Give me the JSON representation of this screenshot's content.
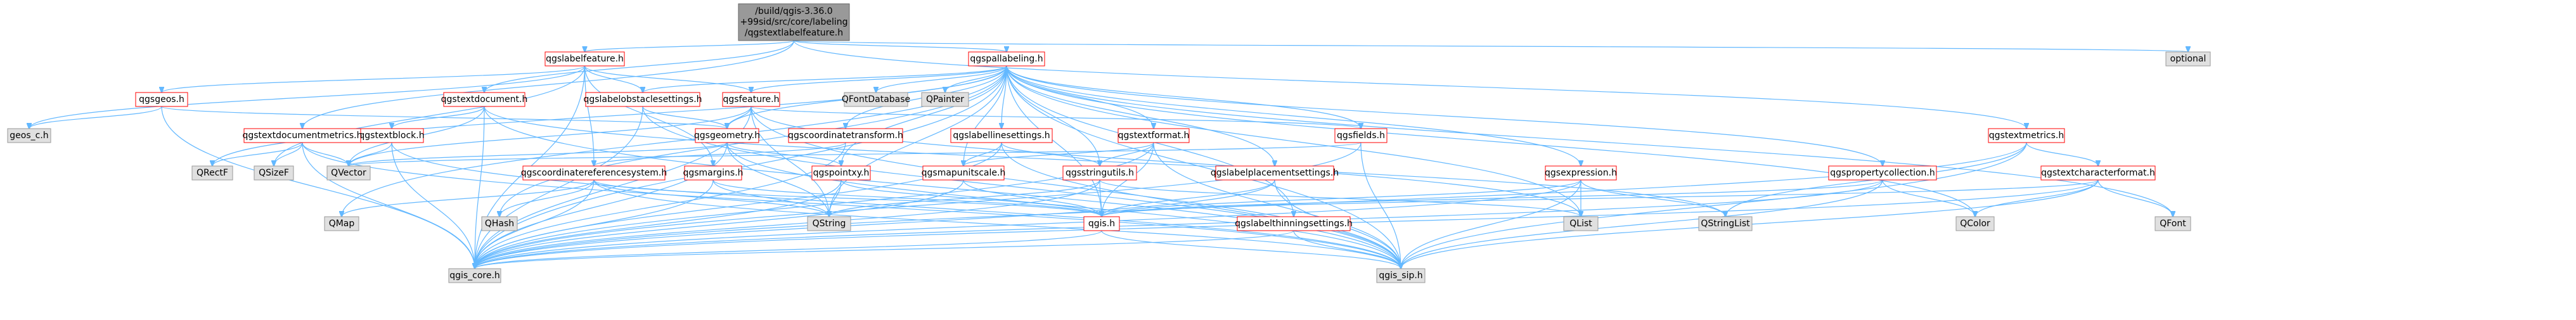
{
  "diagram": {
    "kind": "include-dependency-graph",
    "colors": {
      "root_fill": "#999999",
      "root_stroke": "#666666",
      "node_fill": "#ffffff",
      "node_stroke_linked": "#ff0000",
      "node_stroke_external": "#999999",
      "external_fill": "#e0e0e0",
      "edge": "#63b8ff"
    },
    "nodes": [
      {
        "id": "root",
        "label": [
          "/build/qgis-3.36.0",
          "+99sid/src/core/labeling",
          "/qgstextlabelfeature.h"
        ],
        "style": "root"
      },
      {
        "id": "qgslabelfeature",
        "label": [
          "qgslabelfeature.h"
        ],
        "style": "linked"
      },
      {
        "id": "qgspallabeling",
        "label": [
          "qgspallabeling.h"
        ],
        "style": "linked"
      },
      {
        "id": "optional",
        "label": [
          "optional"
        ],
        "style": "external"
      },
      {
        "id": "qgsgeos",
        "label": [
          "qgsgeos.h"
        ],
        "style": "linked"
      },
      {
        "id": "qgslabelobstaclesettings",
        "label": [
          "qgslabelobstaclesettings.h"
        ],
        "style": "linked"
      },
      {
        "id": "qgsfeature",
        "label": [
          "qgsfeature.h"
        ],
        "style": "linked"
      },
      {
        "id": "qgstextdocument",
        "label": [
          "qgstextdocument.h"
        ],
        "style": "linked"
      },
      {
        "id": "qgstextmetrics",
        "label": [
          "qgstextmetrics.h"
        ],
        "style": "linked"
      },
      {
        "id": "qgsgeometry",
        "label": [
          "qgsgeometry.h"
        ],
        "style": "linked"
      },
      {
        "id": "qgscoordinatetransform",
        "label": [
          "qgscoordinatetransform.h"
        ],
        "style": "linked"
      },
      {
        "id": "qgslabellinesettings",
        "label": [
          "qgslabellinesettings.h"
        ],
        "style": "linked"
      },
      {
        "id": "qgstextformat",
        "label": [
          "qgstextformat.h"
        ],
        "style": "linked"
      },
      {
        "id": "qgsfields",
        "label": [
          "qgsfields.h"
        ],
        "style": "linked"
      },
      {
        "id": "qgstextblock",
        "label": [
          "qgstextblock.h"
        ],
        "style": "linked"
      },
      {
        "id": "qgstextdocumentmetrics",
        "label": [
          "qgstextdocumentmetrics.h"
        ],
        "style": "linked"
      },
      {
        "id": "qgstextcharacterformat",
        "label": [
          "qgstextcharacterformat.h"
        ],
        "style": "linked"
      },
      {
        "id": "qgscoordinatereferencesystem",
        "label": [
          "qgscoordinatereferencesystem.h"
        ],
        "style": "linked"
      },
      {
        "id": "qgsmargins",
        "label": [
          "qgsmargins.h"
        ],
        "style": "linked"
      },
      {
        "id": "qgspointxy",
        "label": [
          "qgspointxy.h"
        ],
        "style": "linked"
      },
      {
        "id": "qgsmapunitscale",
        "label": [
          "qgsmapunitscale.h"
        ],
        "style": "linked"
      },
      {
        "id": "qgsstringutils",
        "label": [
          "qgsstringutils.h"
        ],
        "style": "linked"
      },
      {
        "id": "qgslabelplacementsettings",
        "label": [
          "qgslabelplacementsettings.h"
        ],
        "style": "linked"
      },
      {
        "id": "qgsexpression",
        "label": [
          "qgsexpression.h"
        ],
        "style": "linked"
      },
      {
        "id": "qgspropertycollection",
        "label": [
          "qgspropertycollection.h"
        ],
        "style": "linked"
      },
      {
        "id": "qgslabelthinningsettings",
        "label": [
          "qgslabelthinningsettings.h"
        ],
        "style": "linked"
      },
      {
        "id": "qgis",
        "label": [
          "qgis.h"
        ],
        "style": "linked"
      },
      {
        "id": "geos_c",
        "label": [
          "geos_c.h"
        ],
        "style": "external"
      },
      {
        "id": "QFontDatabase",
        "label": [
          "QFontDatabase"
        ],
        "style": "external"
      },
      {
        "id": "QPainter",
        "label": [
          "QPainter"
        ],
        "style": "external"
      },
      {
        "id": "QRectF",
        "label": [
          "QRectF"
        ],
        "style": "external"
      },
      {
        "id": "QSizeF",
        "label": [
          "QSizeF"
        ],
        "style": "external"
      },
      {
        "id": "QVector",
        "label": [
          "QVector"
        ],
        "style": "external"
      },
      {
        "id": "QMap",
        "label": [
          "QMap"
        ],
        "style": "external"
      },
      {
        "id": "QHash",
        "label": [
          "QHash"
        ],
        "style": "external"
      },
      {
        "id": "QString",
        "label": [
          "QString"
        ],
        "style": "external"
      },
      {
        "id": "QList",
        "label": [
          "QList"
        ],
        "style": "external"
      },
      {
        "id": "QStringList",
        "label": [
          "QStringList"
        ],
        "style": "external"
      },
      {
        "id": "QColor",
        "label": [
          "QColor"
        ],
        "style": "external"
      },
      {
        "id": "QFont",
        "label": [
          "QFont"
        ],
        "style": "external"
      },
      {
        "id": "qgis_core",
        "label": [
          "qgis_core.h"
        ],
        "style": "external"
      },
      {
        "id": "qgis_sip",
        "label": [
          "qgis_sip.h"
        ],
        "style": "external"
      }
    ],
    "edges": [
      [
        "root",
        "qgslabelfeature"
      ],
      [
        "root",
        "qgspallabeling"
      ],
      [
        "root",
        "optional"
      ],
      [
        "root",
        "qgstextmetrics"
      ],
      [
        "root",
        "qgstextdocument"
      ],
      [
        "root",
        "qgstextdocumentmetrics"
      ],
      [
        "qgslabelfeature",
        "qgis_core"
      ],
      [
        "qgslabelfeature",
        "geos_c"
      ],
      [
        "qgslabelfeature",
        "qgsgeos"
      ],
      [
        "qgslabelfeature",
        "qgsfeature"
      ],
      [
        "qgslabelfeature",
        "qgsmargins"
      ],
      [
        "qgslabelfeature",
        "qgslabelobstaclesettings"
      ],
      [
        "qgslabelfeature",
        "qgscoordinatereferencesystem"
      ],
      [
        "qgslabelfeature",
        "QSizeF"
      ],
      [
        "qgspallabeling",
        "qgis_core"
      ],
      [
        "qgspallabeling",
        "qgis_sip"
      ],
      [
        "qgspallabeling",
        "QString"
      ],
      [
        "qgspallabeling",
        "QFontDatabase"
      ],
      [
        "qgspallabeling",
        "QPainter"
      ],
      [
        "qgspallabeling",
        "QColor"
      ],
      [
        "qgspallabeling",
        "QList"
      ],
      [
        "qgspallabeling",
        "QRectF"
      ],
      [
        "qgspallabeling",
        "QMap"
      ],
      [
        "qgspallabeling",
        "QHash"
      ],
      [
        "qgspallabeling",
        "QFont"
      ],
      [
        "qgspallabeling",
        "qgsfeature"
      ],
      [
        "qgspallabeling",
        "qgsgeometry"
      ],
      [
        "qgspallabeling",
        "qgsfields"
      ],
      [
        "qgspallabeling",
        "qgspointxy"
      ],
      [
        "qgspallabeling",
        "qgsmapunitscale"
      ],
      [
        "qgspallabeling",
        "qgsstringutils"
      ],
      [
        "qgspallabeling",
        "qgstextformat"
      ],
      [
        "qgspallabeling",
        "qgspropertycollection"
      ],
      [
        "qgspallabeling",
        "qgslabelobstaclesettings"
      ],
      [
        "qgspallabeling",
        "qgslabelthinningsettings"
      ],
      [
        "qgspallabeling",
        "qgslabellinesettings"
      ],
      [
        "qgspallabeling",
        "qgslabelplacementsettings"
      ],
      [
        "qgspallabeling",
        "qgscoordinatetransform"
      ],
      [
        "qgspallabeling",
        "qgsexpression"
      ],
      [
        "qgspallabeling",
        "qgis"
      ],
      [
        "qgsgeos",
        "qgis_core"
      ],
      [
        "qgsgeos",
        "qgsgeometry"
      ],
      [
        "qgsgeos",
        "geos_c"
      ],
      [
        "qgsfeature",
        "qgis_core"
      ],
      [
        "qgsfeature",
        "qgis_sip"
      ],
      [
        "qgsfeature",
        "QString"
      ],
      [
        "qgsfeature",
        "QVector"
      ],
      [
        "qgsfeature",
        "QList"
      ],
      [
        "qgsfeature",
        "qgsgeometry"
      ],
      [
        "qgsfeature",
        "qgsfields"
      ],
      [
        "qgslabelobstaclesettings",
        "qgis_core"
      ],
      [
        "qgslabelobstaclesettings",
        "qgsgeometry"
      ],
      [
        "qgslabelobstaclesettings",
        "qgis_sip"
      ],
      [
        "qgstextdocument",
        "qgis_core"
      ],
      [
        "qgstextdocument",
        "qgis_sip"
      ],
      [
        "qgstextdocument",
        "qgstextblock"
      ],
      [
        "qgstextdocument",
        "QVector"
      ],
      [
        "qgstextdocument",
        "QStringList"
      ],
      [
        "qgstextdocumentmetrics",
        "qgis_core"
      ],
      [
        "qgstextdocumentmetrics",
        "qgis_sip"
      ],
      [
        "qgstextdocumentmetrics",
        "QVector"
      ],
      [
        "qgstextdocumentmetrics",
        "QSizeF"
      ],
      [
        "qgstextdocumentmetrics",
        "QRectF"
      ],
      [
        "qgstextmetrics",
        "qgis_core"
      ],
      [
        "qgstextmetrics",
        "qgis_sip"
      ],
      [
        "qgstextmetrics",
        "QStringList"
      ],
      [
        "qgstextmetrics",
        "qgstextcharacterformat"
      ],
      [
        "qgsgeometry",
        "qgis_core"
      ],
      [
        "qgsgeometry",
        "qgis_sip"
      ],
      [
        "qgsgeometry",
        "QVector"
      ],
      [
        "qgsgeometry",
        "qgspointxy"
      ],
      [
        "qgsgeometry",
        "QString"
      ],
      [
        "qgscoordinatetransform",
        "qgis_core"
      ],
      [
        "qgscoordinatetransform",
        "qgscoordinatereferencesystem"
      ],
      [
        "qgslabellinesettings",
        "qgis_core"
      ],
      [
        "qgslabellinesettings",
        "qgis_sip"
      ],
      [
        "qgslabellinesettings",
        "qgsmapunitscale"
      ],
      [
        "qgslabellinesettings",
        "qgsstringutils"
      ],
      [
        "qgstextformat",
        "qgis_core"
      ],
      [
        "qgstextformat",
        "qgis_sip"
      ],
      [
        "qgstextformat",
        "qgsstringutils"
      ],
      [
        "qgstextformat",
        "qgis"
      ],
      [
        "qgstextformat",
        "qgsmapunitscale"
      ],
      [
        "qgsfields",
        "qgis_core"
      ],
      [
        "qgsfields",
        "qgis_sip"
      ],
      [
        "qgsfields",
        "QVector"
      ],
      [
        "qgstextblock",
        "qgis_core"
      ],
      [
        "qgstextblock",
        "qgis_sip"
      ],
      [
        "qgstextblock",
        "QVector"
      ],
      [
        "qgstextcharacterformat",
        "qgis_core"
      ],
      [
        "qgstextcharacterformat",
        "qgis_sip"
      ],
      [
        "qgstextcharacterformat",
        "QColor"
      ],
      [
        "qgstextcharacterformat",
        "QFont"
      ],
      [
        "qgstextcharacterformat",
        "qgis"
      ],
      [
        "qgscoordinatereferencesystem",
        "qgis_core"
      ],
      [
        "qgscoordinatereferencesystem",
        "qgis_sip"
      ],
      [
        "qgscoordinatereferencesystem",
        "QString"
      ],
      [
        "qgscoordinatereferencesystem",
        "QMap"
      ],
      [
        "qgscoordinatereferencesystem",
        "QHash"
      ],
      [
        "qgscoordinatereferencesystem",
        "qgis"
      ],
      [
        "qgsmargins",
        "qgis_core"
      ],
      [
        "qgsmargins",
        "qgis"
      ],
      [
        "qgsmargins",
        "QString"
      ],
      [
        "qgspointxy",
        "qgis_core"
      ],
      [
        "qgspointxy",
        "qgis"
      ],
      [
        "qgspointxy",
        "QString"
      ],
      [
        "qgsmapunitscale",
        "qgis_core"
      ],
      [
        "qgsmapunitscale",
        "qgis"
      ],
      [
        "qgsstringutils",
        "qgis_core"
      ],
      [
        "qgsstringutils",
        "qgis"
      ],
      [
        "qgsstringutils",
        "QString"
      ],
      [
        "qgsstringutils",
        "QList"
      ],
      [
        "qgslabelplacementsettings",
        "qgis_core"
      ],
      [
        "qgslabelplacementsettings",
        "qgis_sip"
      ],
      [
        "qgslabelplacementsettings",
        "qgis"
      ],
      [
        "qgsexpression",
        "qgis_core"
      ],
      [
        "qgsexpression",
        "qgis_sip"
      ],
      [
        "qgsexpression",
        "QStringList"
      ],
      [
        "qgsexpression",
        "QList"
      ],
      [
        "qgsexpression",
        "qgis"
      ],
      [
        "qgspropertycollection",
        "qgis_core"
      ],
      [
        "qgspropertycollection",
        "qgis_sip"
      ],
      [
        "qgspropertycollection",
        "QColor"
      ],
      [
        "qgspropertycollection",
        "qgis"
      ],
      [
        "qgslabelthinningsettings",
        "qgis_core"
      ],
      [
        "qgslabelthinningsettings",
        "qgis_sip"
      ],
      [
        "qgis",
        "qgis_core"
      ],
      [
        "qgis",
        "qgis_sip"
      ]
    ]
  }
}
